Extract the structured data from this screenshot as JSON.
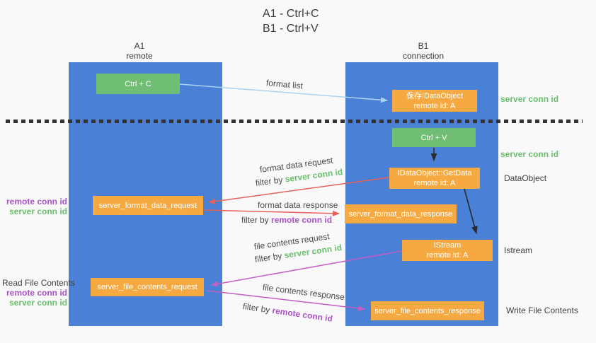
{
  "title": {
    "line1": "A1 - Ctrl+C",
    "line2": "B1 - Ctrl+V"
  },
  "columns": {
    "left": {
      "name": "A1",
      "role": "remote"
    },
    "right": {
      "name": "B1",
      "role": "connection"
    }
  },
  "nodes": {
    "ctrl_c": {
      "label": "Ctrl + C"
    },
    "ctrl_v": {
      "label": "Ctrl + V"
    },
    "save_dataobject": {
      "line1": "保存IDataObject",
      "line2": "remote id: A"
    },
    "getdata": {
      "line1": "IDataObject::GetData",
      "line2": "remote id: A"
    },
    "istream": {
      "line1": "IStream",
      "line2": "remote id: A"
    },
    "format_request": {
      "label": "server_format_data_request"
    },
    "format_response": {
      "label": "server_format_data_response"
    },
    "file_request": {
      "label": "server_file_contents_request"
    },
    "file_response": {
      "label": "server_file_contents_response"
    }
  },
  "flow_labels": {
    "format_list": "format list",
    "format_data_request": "format data request",
    "format_data_response": "format data response",
    "file_contents_request": "file contents request",
    "file_contents_response": "file contents response",
    "filter_by": "filter by",
    "server_conn_id": "server conn id",
    "remote_conn_id": "remote conn id"
  },
  "side_labels": {
    "server_conn_id": "server conn id",
    "remote_conn_id": "remote conn id",
    "read_file_contents": "Read File Contents",
    "write_file_contents": "Write File Contents",
    "dataobject": "DataObject",
    "istream": "Istream"
  },
  "colors": {
    "column_blue": "#4A80D5",
    "node_green": "#6FBE73",
    "node_orange": "#F7A941",
    "arrow_light_blue": "#A9D3F1",
    "arrow_black": "#2B2B2B",
    "arrow_red": "#E8615C",
    "arrow_magenta": "#C35EC4",
    "text_green": "#6ABF6E",
    "text_purple": "#AB53C9"
  }
}
